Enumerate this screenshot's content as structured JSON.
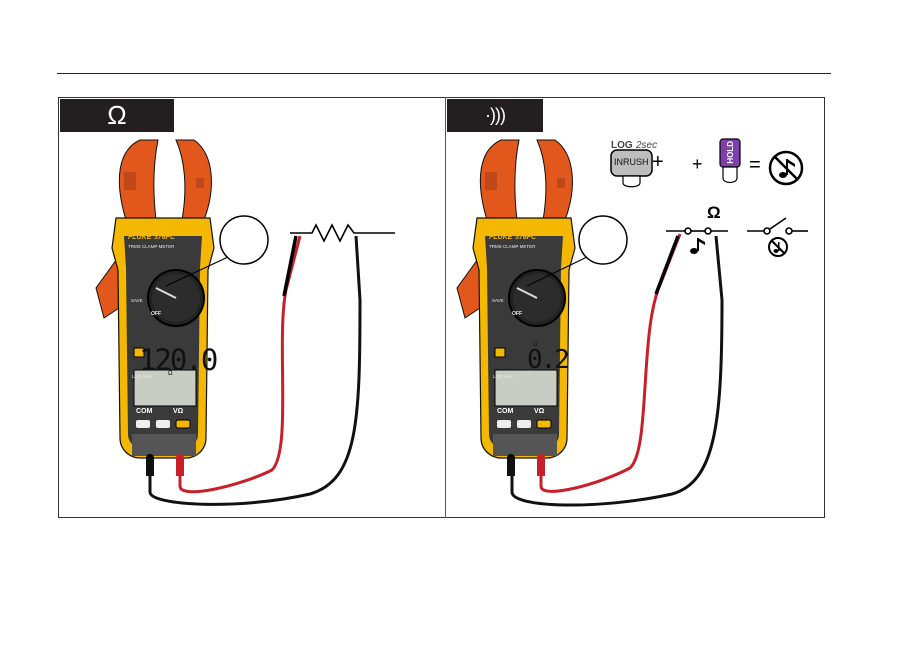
{
  "tabs": {
    "resistance_symbol": "Ω",
    "continuity_symbol": "·)))"
  },
  "meter": {
    "brand": "FLUKE",
    "model": "376FC",
    "subtitle": "TRMS CLAMP METER",
    "off_label": "OFF",
    "save_label": "SAVE",
    "com_label": "COM",
    "vohm_label": "VΩ",
    "log_button": "LOG 2sec",
    "reading_ohm": "120.0",
    "reading_cont": "0.2",
    "unit_ohm": "Ω",
    "max_label": "MAX CAT",
    "colors": {
      "body": "#f5b800",
      "jaw": "#e2571b",
      "face": "#3a3a3a",
      "display": "#c9ccc2"
    }
  },
  "controls": {
    "log_label": "LOG",
    "log_time": "2sec",
    "inrush_label": "INRUSH",
    "hold_label": "HOLD",
    "plus_1": "+",
    "plus_2": "+",
    "equals": "=",
    "switch_ohm": "Ω"
  },
  "icons": {
    "note": "music-note-icon",
    "mute": "mute-note-icon"
  },
  "leads": {
    "red": "#c8202a",
    "black": "#111111"
  }
}
